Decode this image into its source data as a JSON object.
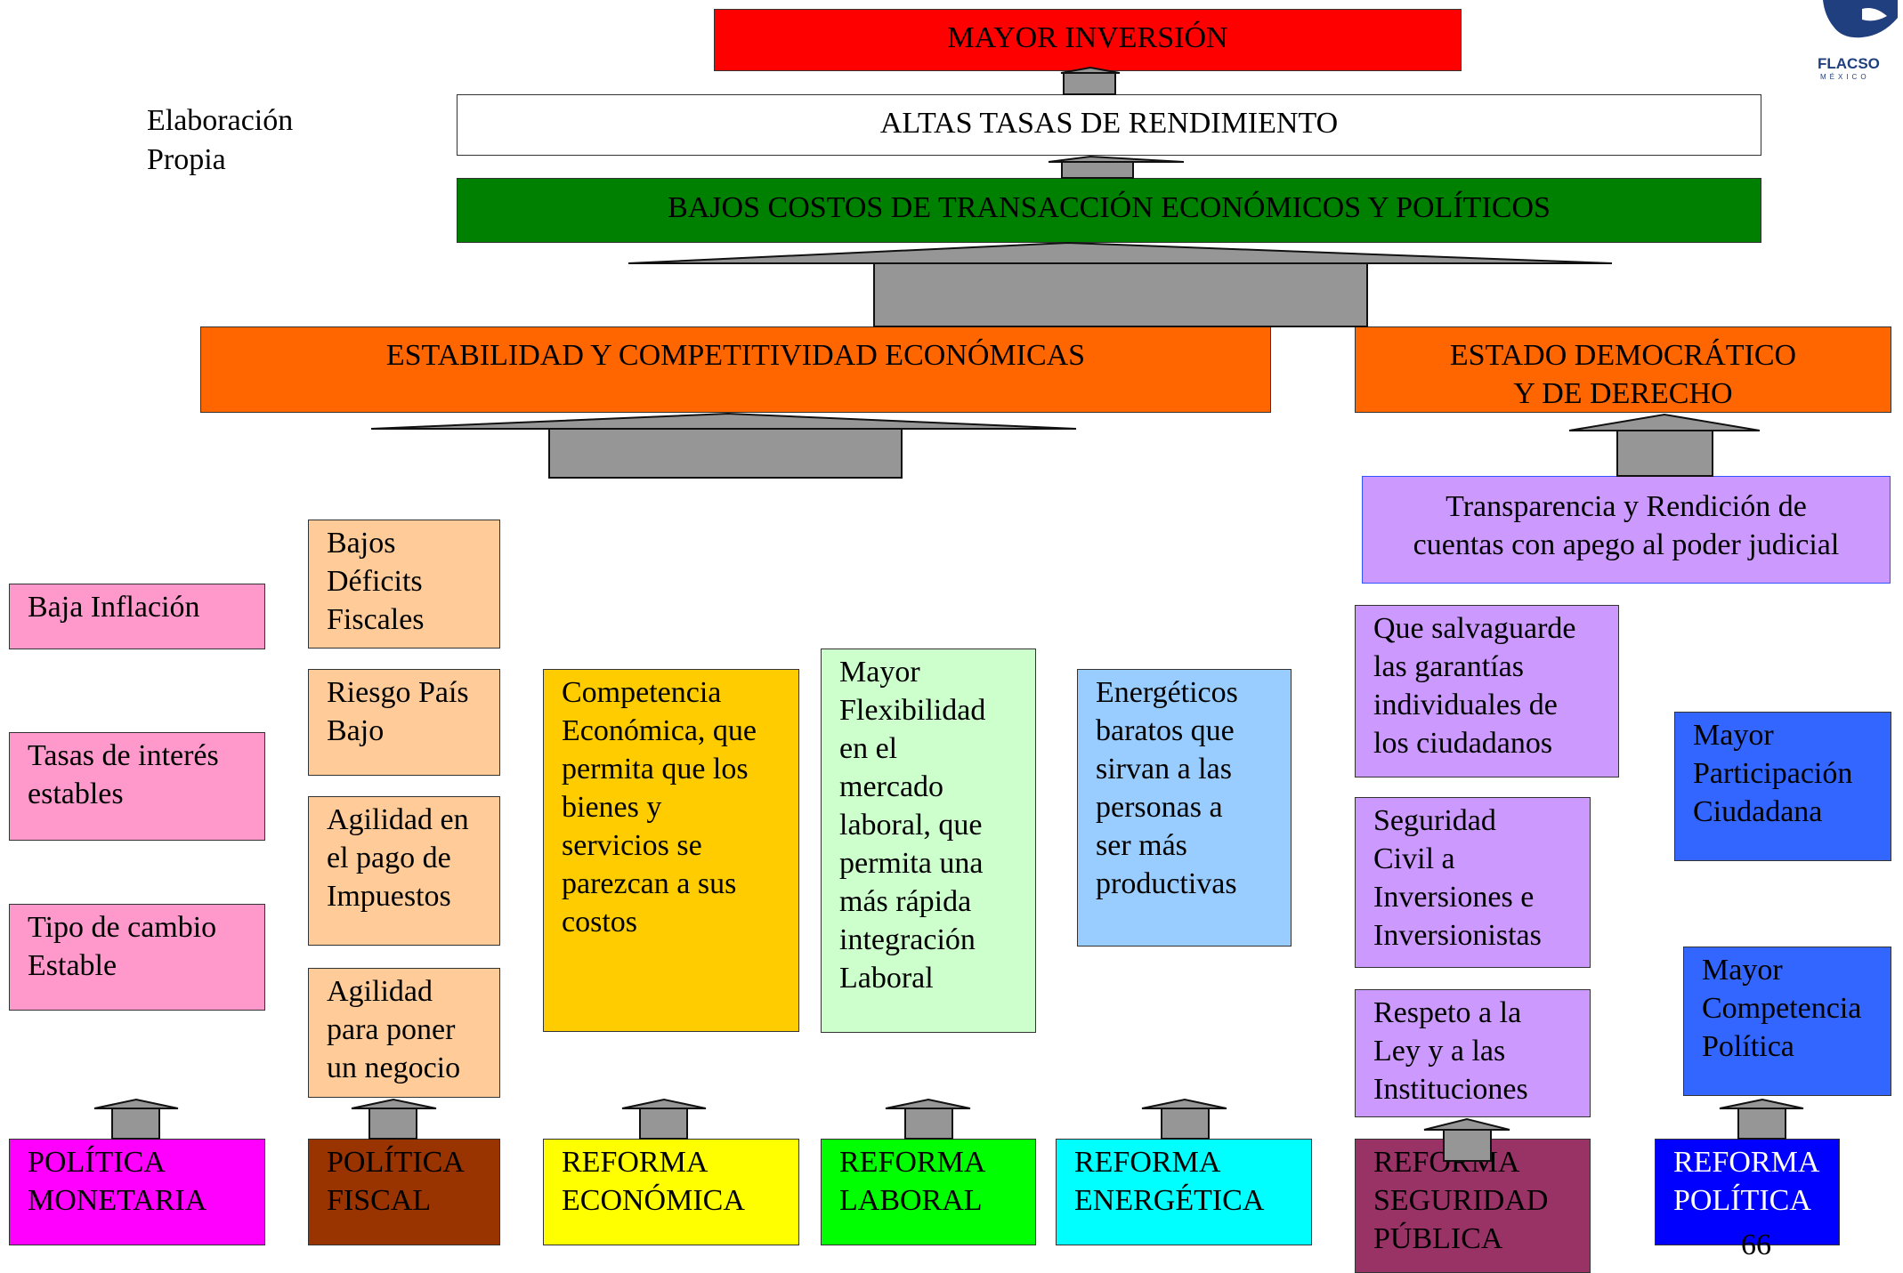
{
  "header": {
    "note": "Elaboración\nPropia",
    "logo_text": "FLACSO",
    "logo_sub": "MÉXICO"
  },
  "top": {
    "mayor_inversion": "MAYOR INVERSIÓN",
    "altas_tasas": "ALTAS TASAS DE RENDIMIENTO",
    "bajos_costos": "BAJOS COSTOS DE TRANSACCIÓN ECONÓMICOS Y POLÍTICOS"
  },
  "middle": {
    "estabilidad": "ESTABILIDAD Y COMPETITIVIDAD ECONÓMICAS",
    "estado": "ESTADO DEMOCRÁTICO\nY DE DERECHO",
    "transparencia": "Transparencia y Rendición de\ncuentas con apego al poder  judicial"
  },
  "monetaria_items": [
    "Baja Inflación",
    "Tasas de interés\nestables",
    "Tipo de cambio\nEstable"
  ],
  "fiscal_items": [
    "Bajos\nDéficits\nFiscales",
    "Riesgo País\nBajo",
    "Agilidad en\nel pago de\nImpuestos",
    "Agilidad\npara poner\nun negocio"
  ],
  "economica_item": "Competencia\nEconómica, que\npermita que los\nbienes y\nservicios se\nparezcan a sus\ncostos",
  "laboral_item": "Mayor\nFlexibilidad\nen el\nmercado\nlaboral, que\npermita una\nmás rápida\nintegración\nLaboral",
  "energetica_item": "Energéticos\nbaratos que\nsirvan a las\npersonas a\nser más\nproductivas",
  "seguridad_items": [
    "Que salvaguarde\nlas garantías\nindividuales de\nlos ciudadanos",
    "Seguridad\nCivil a\nInversiones e\nInversionistas",
    "Respeto a la\nLey y a las\nInstituciones"
  ],
  "politica_items": [
    "Mayor\nParticipación\nCiudadana",
    "Mayor\nCompetencia\nPolítica"
  ],
  "bottom": {
    "monetaria": "POLÍTICA\nMONETARIA",
    "fiscal": "POLÍTICA\nFISCAL",
    "economica": "REFORMA\nECONÓMICA",
    "laboral": "REFORMA\nLABORAL",
    "energetica": "REFORMA\nENERGÉTICA",
    "seguridad": "REFORMA\nSEGURIDAD\nPÚBLICA",
    "politica": "REFORMA\nPOLÍTICA"
  },
  "page_number": "66",
  "colors": {
    "red": "#ff0000",
    "green": "#008000",
    "orange": "#ff6600",
    "lavender": "#cc99ff",
    "pink": "#ff99cc",
    "peach": "#ffcc99",
    "gold": "#ffcc00",
    "mint": "#ccffcc",
    "skyblue": "#99ccff",
    "royal": "#3366ff",
    "magenta": "#ff00ff",
    "brown": "#993300",
    "yellow": "#ffff00",
    "lime": "#00ff00",
    "cyan": "#00ffff",
    "plum": "#993366",
    "blue": "#0000ff",
    "arrow_gray": "#969696"
  }
}
